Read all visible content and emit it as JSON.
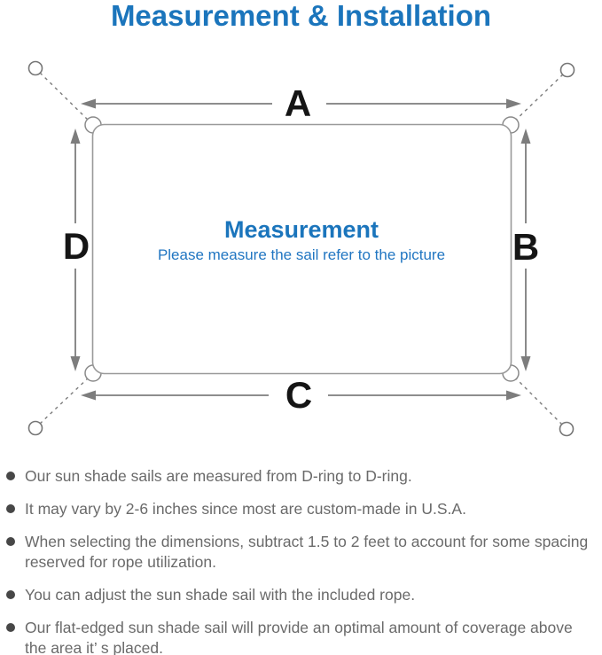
{
  "page": {
    "title": "Measurement & Installation"
  },
  "diagram": {
    "side_labels": {
      "top": "A",
      "right": "B",
      "bottom": "C",
      "left": "D"
    },
    "center": {
      "heading": "Measurement",
      "subtitle": "Please measure the sail refer to the picture"
    }
  },
  "notes": [
    {
      "lines": [
        "Our sun shade sails are measured from D-ring to D-ring."
      ]
    },
    {
      "lines": [
        "It may vary by 2-6 inches since most are custom-made in U.S.A."
      ]
    },
    {
      "lines": [
        "When selecting the dimensions, subtract 1.5 to 2 feet to account for some spacing",
        "reserved for rope utilization."
      ]
    },
    {
      "lines": [
        "You can adjust the sun shade sail with the included rope."
      ]
    },
    {
      "lines": [
        "Our flat-edged sun shade sail will provide an optimal amount of coverage above",
        "the area it’ s placed."
      ]
    }
  ],
  "colors": {
    "accent_blue": "#1b75bc",
    "note_text_gray": "#6a6a6a",
    "line_gray": "#7d7d7d",
    "label_black": "#151515"
  }
}
